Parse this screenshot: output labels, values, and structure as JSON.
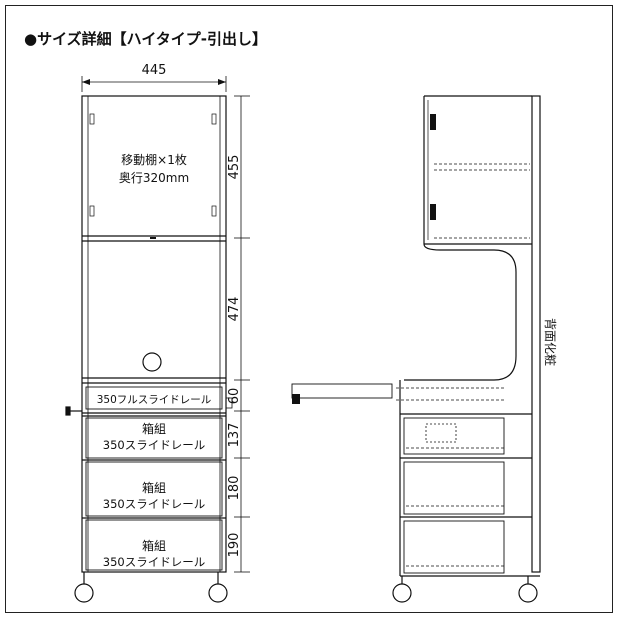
{
  "title": "●サイズ詳細【ハイタイプ-引出し】",
  "front": {
    "width": "445",
    "shelf_line1": "移動棚×1枚",
    "shelf_line2": "奥行320mm",
    "slide_label": "350フルスライドレール",
    "drawer_title": "箱組",
    "drawer_rail": "350スライドレール"
  },
  "dimensions": [
    "455",
    "474",
    "60",
    "137",
    "180",
    "190"
  ],
  "side": {
    "back_label": "背面化粧"
  }
}
